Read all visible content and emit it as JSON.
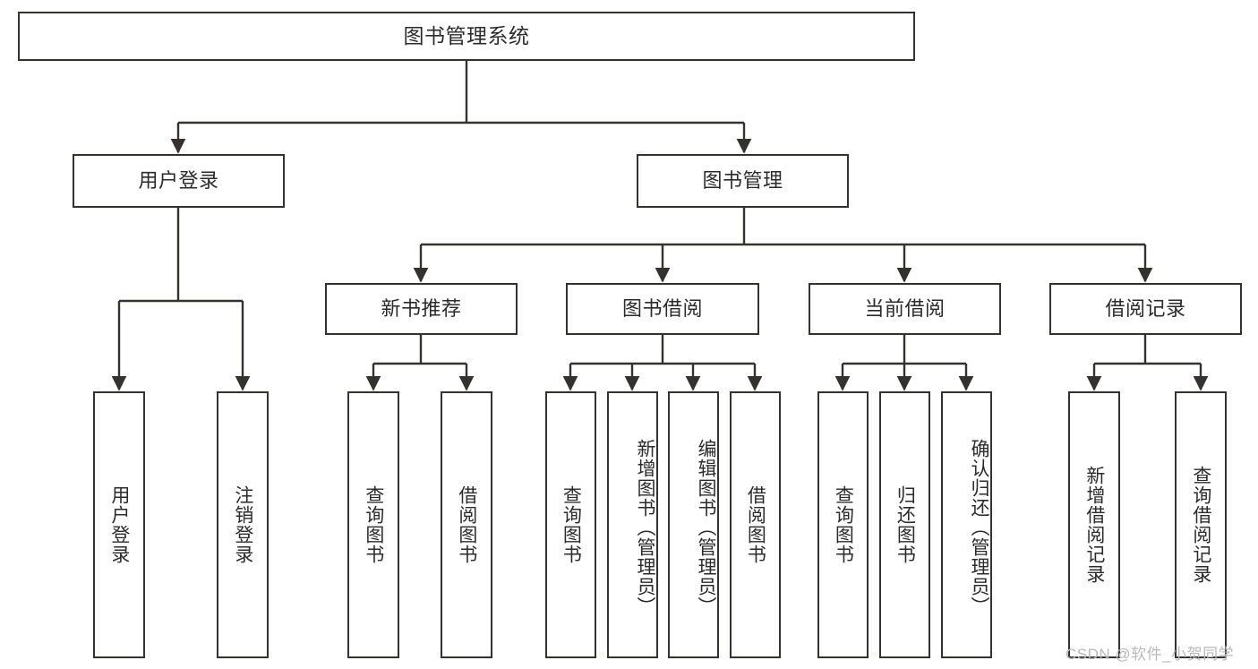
{
  "diagram": {
    "title": "图书管理系统",
    "type": "hierarchy-tree",
    "root": {
      "label": "图书管理系统"
    },
    "level2": [
      {
        "label": "用户登录"
      },
      {
        "label": "图书管理"
      }
    ],
    "level3": [
      {
        "label": "新书推荐"
      },
      {
        "label": "图书借阅"
      },
      {
        "label": "当前借阅"
      },
      {
        "label": "借阅记录"
      }
    ],
    "leaves": {
      "user_login": [
        {
          "label": "用户登录"
        },
        {
          "label": "注销登录"
        }
      ],
      "new_book_recommend": [
        {
          "label": "查询图书"
        },
        {
          "label": "借阅图书"
        }
      ],
      "book_borrow": [
        {
          "label": "查询图书"
        },
        {
          "label": "新增图书（管理员）"
        },
        {
          "label": "编辑图书（管理员）"
        },
        {
          "label": "借阅图书"
        }
      ],
      "current_borrow": [
        {
          "label": "查询图书"
        },
        {
          "label": "归还图书"
        },
        {
          "label": "确认归还（管理员）"
        }
      ],
      "borrow_record": [
        {
          "label": "新增借阅记录"
        },
        {
          "label": "查询借阅记录"
        }
      ]
    }
  },
  "watermark": {
    "text": "CSDN @软件_小贺同学"
  },
  "colors": {
    "stroke": "#33322f",
    "text": "#2b2b2b",
    "background": "#ffffff",
    "watermark": "#b9b9b9"
  }
}
